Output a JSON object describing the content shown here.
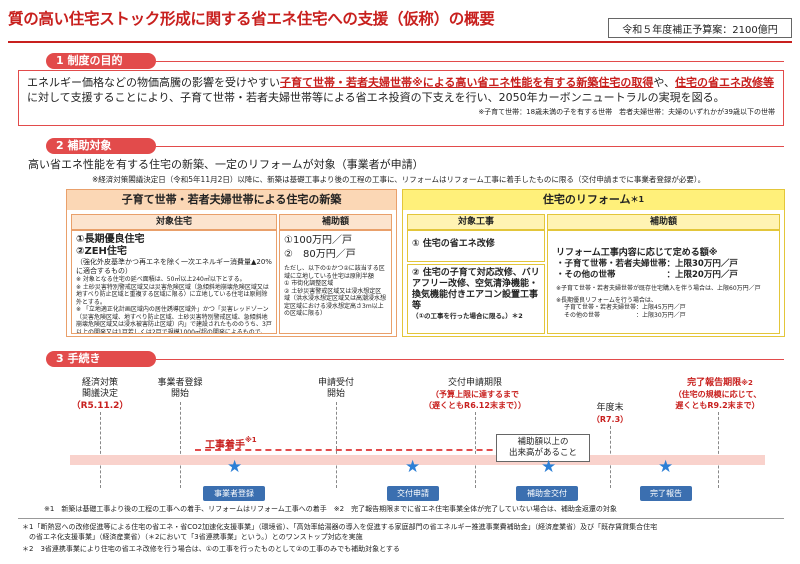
{
  "title": "質の高い住宅ストック形成に関する省エネ住宅への支援（仮称）の概要",
  "budget": "令和５年度補正予算案：2100億円",
  "section1": {
    "heading": "1  制度の目的",
    "p1": "エネルギー価格などの物価高騰の影響を受けやすい",
    "hl1": "子育て世帯・若者夫婦世帯※による高い省エネ性能を有する新築住宅の取得",
    "p2": "や、",
    "hl2": "住宅の省エネ改修等",
    "p3": "に対して支援することにより、子育て世帯・若者夫婦世帯等による省エネ投資の下支えを行い、2050年カーボンニュートラルの実現を図る。",
    "note": "※子育て世帯：18歳未満の子を有する世帯　若者夫婦世帯：夫婦のいずれかが39歳以下の世帯"
  },
  "section2": {
    "heading": "2  補助対象",
    "lead": "高い省エネ性能を有する住宅の新築、一定のリフォームが対象（事業者が申請）",
    "sub": "※経済対策閣議決定日（令和5年11月2日）以降に、新築は基礎工事より後の工程の工事に、リフォームはリフォーム工事に着手したものに限る（交付申請までに事業者登録が必要）。",
    "left_title": "子育て世帯・若者夫婦世帯による住宅の新築",
    "left_cols": [
      "対象住宅",
      "補助額"
    ],
    "left_item1": "①長期優良住宅",
    "left_item2": "②ZEH住宅",
    "left_cond": "（強化外皮基準かつ再エネを除く一次エネルギー消費量▲20%に適合するもの）",
    "left_notes": [
      "※  対象となる住宅の延べ面積は、50㎡以上240㎡以下とする。",
      "※  土砂災害特別警戒区域又は災害危険区域（急傾斜地崩壊危険区域又は地すべり防止区域と重複する区域に限る）に立地している住宅は原則除外とする。",
      "※  「立地適正化計画区域内の居住誘導区域外」かつ「災害レッドゾーン（災害危険区域、地すべり防止区域、土砂災害特別警戒区域、急傾斜地崩壊危険区域又は浸水被害防止区域）内」で建設されたもののうち、3戸以上の開発又は1戸若しくは2戸で規模1000㎡超の開発によるもので、都市再生特別措置法に基づき立地を適正なものとするために行われた市町村長の勧告に従わなかった旨の公表に係る住宅は原則除外とする。"
    ],
    "left_amount1": "①100万円／戸",
    "left_amount2": "②　80万円／戸",
    "left_amount_note": "ただし、以下の①かつ②に該当する区域に立地している住宅は原則半額\n①  市街化調整区域\n②  土砂災害警戒区域又は浸水想定区域（洪水浸水想定区域又は高潮浸水想定区域における浸水想定高さ3m以上の区域に限る）",
    "right_title": "住宅のリフォーム",
    "right_title_mark": "＊1",
    "right_cols": [
      "対象工事",
      "補助額"
    ],
    "right_item1": "①  住宅の省エネ改修",
    "right_item2": "②  住宅の子育て対応改修、バリアフリー改修、空気清浄機能・換気機能付きエアコン設置工事等",
    "right_item2_note": "（①の工事を行った場合に限る。）",
    "right_item2_mark": "＊2",
    "right_amount_head": "リフォーム工事内容に応じて定める額",
    "right_amount_mark": "※",
    "right_amount1": "・子育て世帯・若者夫婦世帯：上限30万円／戸",
    "right_amount2": "・その他の世帯　　　　　　：上限20万円／戸",
    "right_note1": "※子育て世帯・若者夫婦世帯が既存住宅購入を伴う場合は、上限60万円／戸",
    "right_note2": "※長期優良リフォームを行う場合は、",
    "right_note3": "子育て世帯・若者夫婦世帯：上限45万円／戸",
    "right_note4": "その他の世帯　　　　　　：上限30万円／戸"
  },
  "section3": {
    "heading": "3  手続き",
    "milestones": {
      "m1": "経済対策\n閣議決定",
      "m1_date": "（R5.11.2）",
      "m2": "事業者登録\n開始",
      "m3": "申請受付\n開始",
      "m4": "交付申請期限",
      "m4_note": "（予算上限に達するまで\n（遅くともR6.12末まで））",
      "m5": "年度末",
      "m5_date": "（R7.3）",
      "m6": "完了報告期限",
      "m6_mark": "※2",
      "m6_note": "（住宅の規模に応じて、\n遅くともR9.2末まで）"
    },
    "works_start": "工事着手",
    "works_mark": "※1",
    "callout": "補助額以上の\n出来高があること",
    "steps": [
      "事業者登録",
      "交付申請",
      "補助金交付",
      "完了報告"
    ],
    "note1": "※1　新築は基礎工事より後の工程の工事への着手、リフォームはリフォーム工事への着手　※2　完了報告期限までに省エネ住宅事業全体が完了していない場合は、補助金返還の対象"
  },
  "footnotes": [
    "＊1「断熱窓への改修促進等による住宅の省エネ・省CO2加速化支援事業」（環境省）、「高効率給湯器の導入を促進する家庭部門の省エネルギー推進事業費補助金」（経済産業省）及び「既存賃貸集合住宅",
    "　の省エネ化支援事業」（経済産業省）（＊2において「3省連携事業」という。）とのワンストップ対応を実施",
    "＊2　3省連携事業により住宅の省エネ改修を行う場合は、①の工事を行ったものとして②の工事のみでも補助対象とする"
  ],
  "colors": {
    "accent": "#e24b4b",
    "title": "#c8201e",
    "blue": "#3b6fb0",
    "star": "#2c7fd6"
  }
}
